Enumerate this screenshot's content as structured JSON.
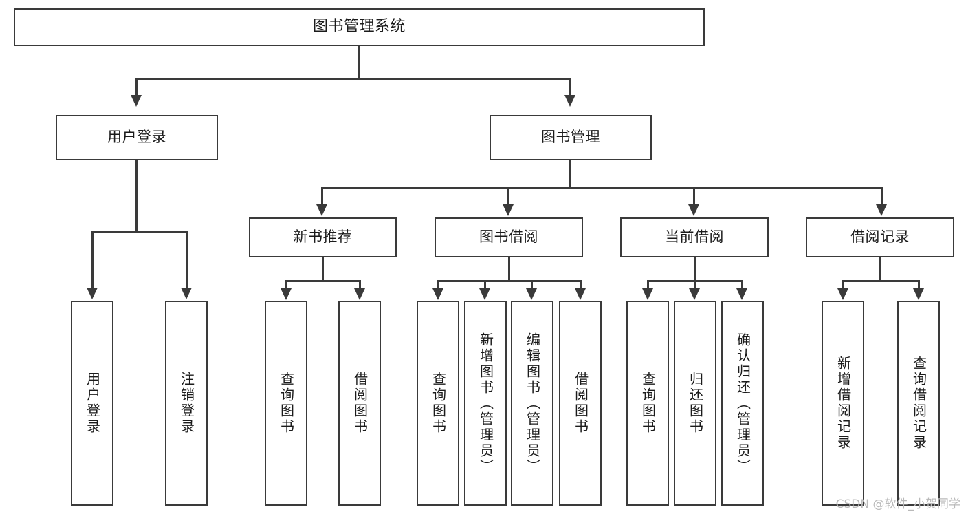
{
  "diagram": {
    "title": "图书管理系统",
    "type": "tree",
    "watermark": "CSDN @软件_小贺同学",
    "root": {
      "label": "图书管理系统"
    },
    "level2": [
      {
        "label": "用户登录"
      },
      {
        "label": "图书管理"
      }
    ],
    "level3": [
      {
        "label": "新书推荐"
      },
      {
        "label": "图书借阅"
      },
      {
        "label": "当前借阅"
      },
      {
        "label": "借阅记录"
      }
    ],
    "leaves": {
      "user_login": [
        {
          "label": "用户登录"
        },
        {
          "label": "注销登录"
        }
      ],
      "new_book_recommend": [
        {
          "label": "查询图书"
        },
        {
          "label": "借阅图书"
        }
      ],
      "book_borrow": [
        {
          "label": "查询图书"
        },
        {
          "label": "新增图书（管理员）"
        },
        {
          "label": "编辑图书（管理员）"
        },
        {
          "label": "借阅图书"
        }
      ],
      "current_borrow": [
        {
          "label": "查询图书"
        },
        {
          "label": "归还图书"
        },
        {
          "label": "确认归还（管理员）"
        }
      ],
      "borrow_record": [
        {
          "label": "新增借阅记录"
        },
        {
          "label": "查询借阅记录"
        }
      ]
    },
    "colors": {
      "border": "#3a3a3a",
      "background": "#ffffff",
      "text": "#1b1b1b",
      "watermark": "#b9b9b9"
    }
  }
}
